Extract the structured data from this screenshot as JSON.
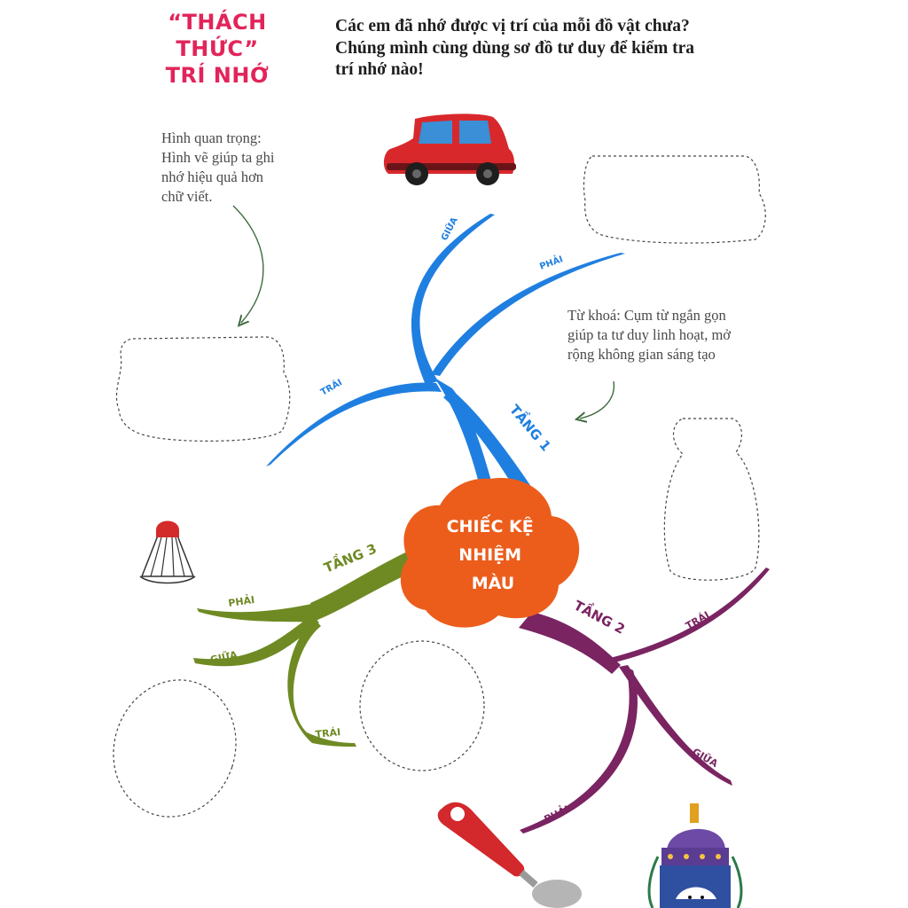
{
  "header": {
    "title_line1": "“THÁCH THỨC”",
    "title_line2": "TRÍ NHỚ",
    "intro_lines": [
      "Các em đã nhớ được vị trí của mỗi đồ vật chưa?",
      "Chúng mình cùng dùng sơ đồ tư duy để kiểm tra",
      "trí nhớ nào!"
    ]
  },
  "notes": {
    "image_note": [
      "Hình quan trọng:",
      "Hình vẽ giúp ta ghi",
      "nhớ hiệu quả hơn",
      "chữ viết."
    ],
    "keyword_note": [
      "Từ khoá: Cụm từ ngắn gọn",
      "giúp ta tư duy linh hoạt, mở",
      "rộng không gian sáng tạo"
    ]
  },
  "center": {
    "lines": [
      "CHIẾC KỆ",
      "NHIỆM",
      "MÀU"
    ]
  },
  "branches": {
    "tier1": {
      "label": "TẦNG 1",
      "color": "#1f7fe0",
      "left": "TRÁI",
      "middle": "GIỮA",
      "right": "PHẢI"
    },
    "tier2": {
      "label": "TẦNG 2",
      "color": "#7a2462",
      "left": "TRÁI",
      "middle": "GIỮA",
      "right": "PHẢI"
    },
    "tier3": {
      "label": "TẦNG 3",
      "color": "#6f8a23",
      "left": "TRÁI",
      "middle": "GIỮA",
      "right": "PHẢI"
    }
  },
  "colors": {
    "center_fill": "#ec5d1c",
    "title": "#e2245a"
  },
  "icons": [
    "car-icon",
    "shuttlecock-icon",
    "spoon-icon",
    "water-bottle-icon"
  ]
}
